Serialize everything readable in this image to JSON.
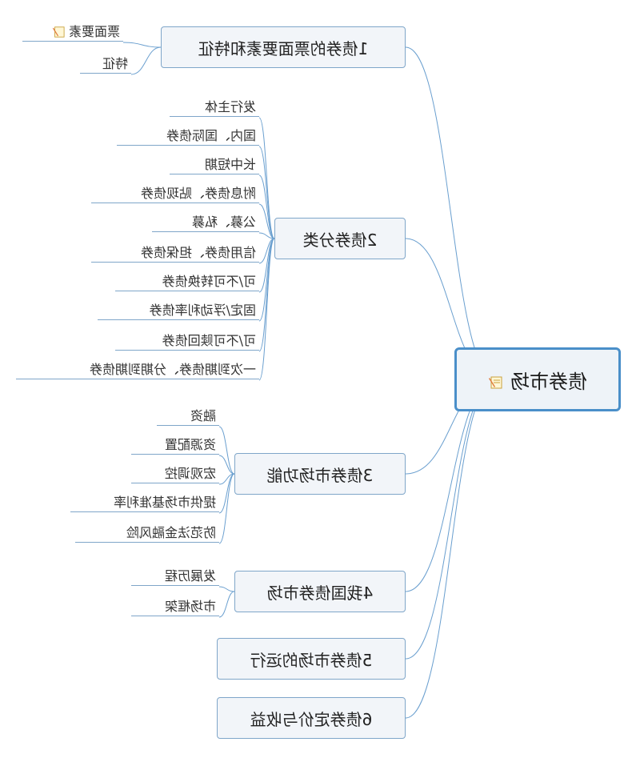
{
  "root": {
    "label": "债券市场",
    "icon": "note-icon"
  },
  "branches": [
    {
      "label": "1债券的票面要素和特征",
      "children": [
        "票面要素",
        "特征"
      ]
    },
    {
      "label": "2债券分类",
      "children": [
        "发行主体",
        "国内、国际债券",
        "长中短期",
        "附息债券、贴现债券",
        "公募、私募",
        "信用债券、担保债券",
        "可/不可转换债券",
        "固定/浮动利率债券",
        "可/不可赎回债券",
        "一次到期债券、分期到期债券"
      ]
    },
    {
      "label": "3债券市场功能",
      "children": [
        "融资",
        "资源配置",
        "宏观调控",
        "提供市场基准利率",
        "防范法金融风险"
      ]
    },
    {
      "label": "4我国债券市场",
      "children": [
        "发展历程",
        "市场框架"
      ]
    },
    {
      "label": "5债券市场的运行",
      "children": []
    },
    {
      "label": "6债券定价与收益",
      "children": []
    }
  ],
  "colors": {
    "line": "#6a9fcf",
    "root_border": "#4a8fc9",
    "node_border": "#7fa6c9"
  }
}
